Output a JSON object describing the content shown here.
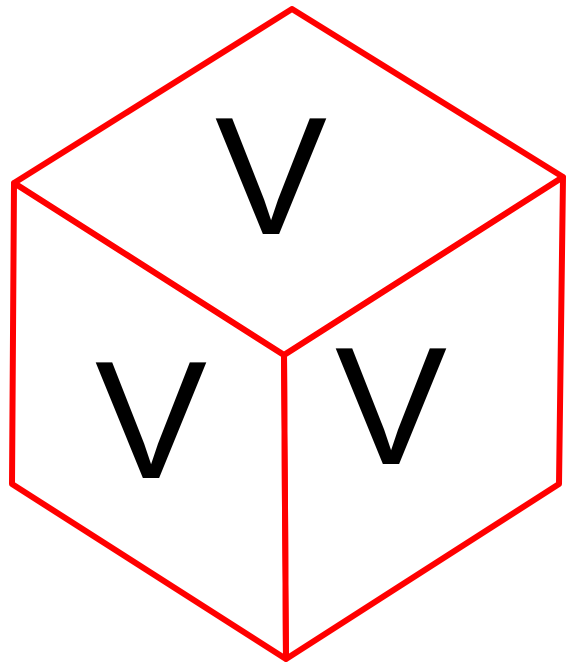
{
  "cube": {
    "edge_color": "#ff0000",
    "letter_color": "#000000",
    "faces": {
      "top": {
        "label": "V"
      },
      "left": {
        "label": "V"
      },
      "right": {
        "label": "V"
      }
    }
  }
}
